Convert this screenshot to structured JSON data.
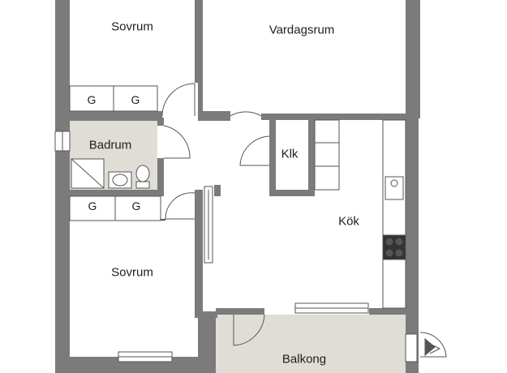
{
  "rooms": {
    "sovrum_top": "Sovrum",
    "vardagsrum": "Vardagsrum",
    "badrum": "Badrum",
    "klk": "Klk",
    "kok": "Kök",
    "sovrum_bottom": "Sovrum",
    "balkong": "Balkong"
  },
  "wardrobe_mark": "G",
  "colors": {
    "wall": "#7b7b7b",
    "wet_floor": "#e0ddd7",
    "line": "#555555",
    "background": "#ffffff"
  }
}
